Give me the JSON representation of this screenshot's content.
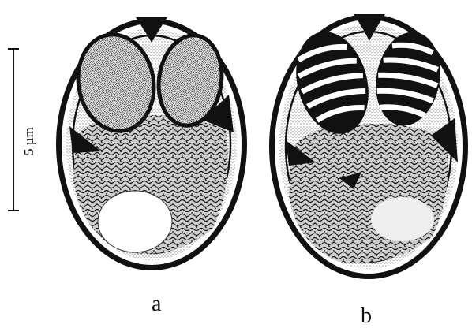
{
  "figure": {
    "scale_bar_label": "5 µm",
    "panels": [
      {
        "id": "a",
        "label": "a"
      },
      {
        "id": "b",
        "label": "b"
      }
    ]
  },
  "colors": {
    "ink": "#111111",
    "paper": "#ffffff",
    "stipple": "#3a3a3a"
  }
}
